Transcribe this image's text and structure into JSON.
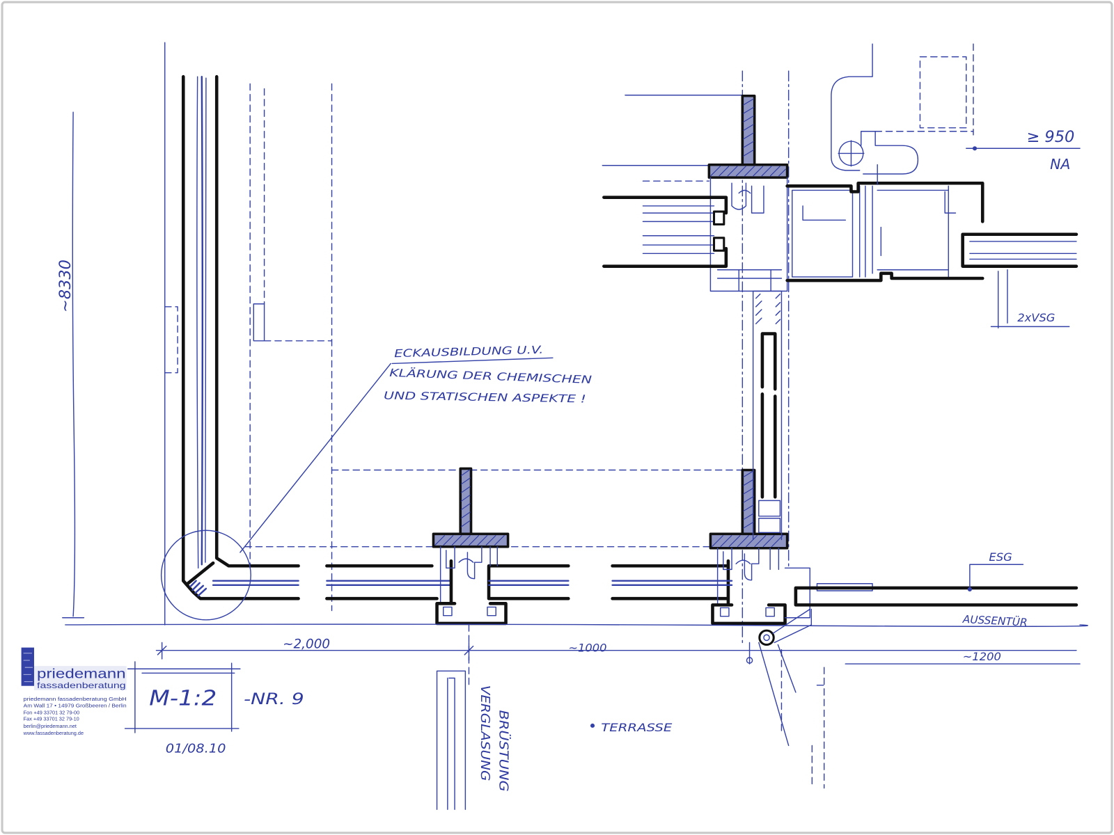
{
  "title_block": {
    "scale": "M-1:2",
    "number": "-NR. 9",
    "date": "01/08.10"
  },
  "dimensions": {
    "overall": "~8330",
    "left_bay": "~2,000",
    "middle_bay": "~1000",
    "right_bay": "~1200",
    "sill_height": "≥ 950"
  },
  "labels": {
    "sill_note": "NA",
    "insulating_glass": "2xVSG",
    "safety_glass": "ESG",
    "exterior_door": "AUSSENTÜR",
    "terrace": "TERRASSE",
    "glazing": "VERGLASUNG",
    "parapet": "BRÜSTUNG"
  },
  "corner_note": {
    "line1": "ECKAUSBILDUNG U.V.",
    "line2": "KLÄRUNG DER CHEMISCHEN",
    "line3": "UND STATISCHEN ASPEKTE !"
  },
  "logo": {
    "name": "priedemann",
    "subtitle": "fassadenberatung",
    "company": "priedemann fassadenberatung GmbH",
    "address": "Am Wall 17 • 14979 Großbeeren / Berlin",
    "phone": "Fon +49 33701 32 79-00",
    "fax": "Fax +49 33701 32 79-10",
    "email": "berlin@priedemann.net",
    "web": "www.fassadenberatung.de"
  },
  "colors": {
    "ink_blue": "#3442a8",
    "ink_black": "#111111",
    "profile_hatch": "#8f96c4",
    "frame_border": "#c8c8c8"
  }
}
